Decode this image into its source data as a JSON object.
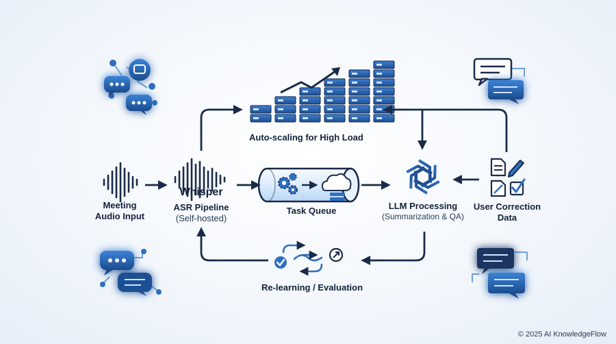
{
  "nodes": {
    "audio_input": {
      "line1": "Meeting",
      "line2": "Audio Input"
    },
    "whisper": {
      "title": "Whisper",
      "subtitle": "ASR Pipeline",
      "note": "(Self-hosted)"
    },
    "autoscaling": {
      "label": "Auto-scaling for High Load"
    },
    "task_queue": {
      "label": "Task Queue"
    },
    "llm": {
      "title": "LLM Processing",
      "subtitle": "(Summarization & QA)"
    },
    "user_correction": {
      "line1": "User Correction",
      "line2": "Data"
    },
    "relearning": {
      "label": "Re-learning / Evaluation"
    }
  },
  "footer": {
    "copyright": "© 2025 AI KnowledgeFlow"
  },
  "colors": {
    "navy": "#1a2b48",
    "blue": "#2f6fc2",
    "blue_dark": "#1d4f94",
    "blue_light": "#5b9ce8",
    "glow": "#8fc3ff"
  },
  "icons": [
    "chat-bubbles-icon",
    "sound-wave-icon",
    "server-racks-icon",
    "trend-arrow-icon",
    "queue-cylinder-icon",
    "gears-icon",
    "cloud-icon",
    "llm-knot-icon",
    "document-edit-icon",
    "checkbox-icon",
    "cycle-arrows-icon"
  ]
}
